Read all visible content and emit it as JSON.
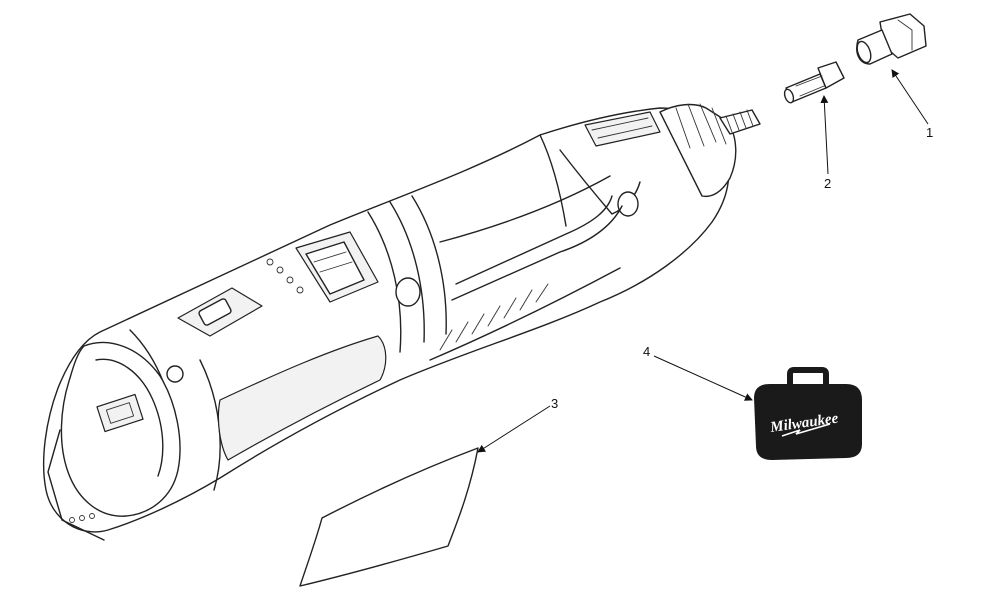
{
  "callouts": [
    {
      "id": "1",
      "label": "1"
    },
    {
      "id": "2",
      "label": "2"
    },
    {
      "id": "3",
      "label": "3"
    },
    {
      "id": "4",
      "label": "4"
    }
  ],
  "case_brand": "Milwaukee",
  "colors": {
    "line": "#222222",
    "case": "#1a1a1a",
    "background": "#ffffff"
  }
}
